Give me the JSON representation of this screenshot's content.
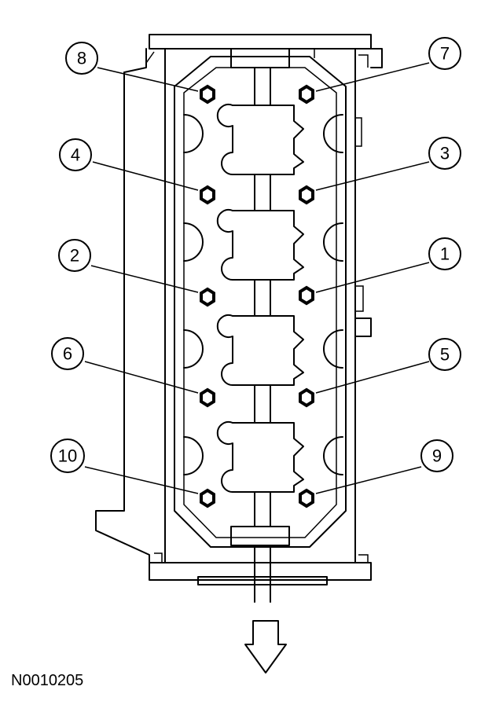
{
  "figure": {
    "id_label": "N0010205"
  },
  "bolts": [
    {
      "number": "1"
    },
    {
      "number": "2"
    },
    {
      "number": "3"
    },
    {
      "number": "4"
    },
    {
      "number": "5"
    },
    {
      "number": "6"
    },
    {
      "number": "7"
    },
    {
      "number": "8"
    },
    {
      "number": "9"
    },
    {
      "number": "10"
    }
  ],
  "icons": {
    "direction_arrow": "down-arrow-icon"
  }
}
